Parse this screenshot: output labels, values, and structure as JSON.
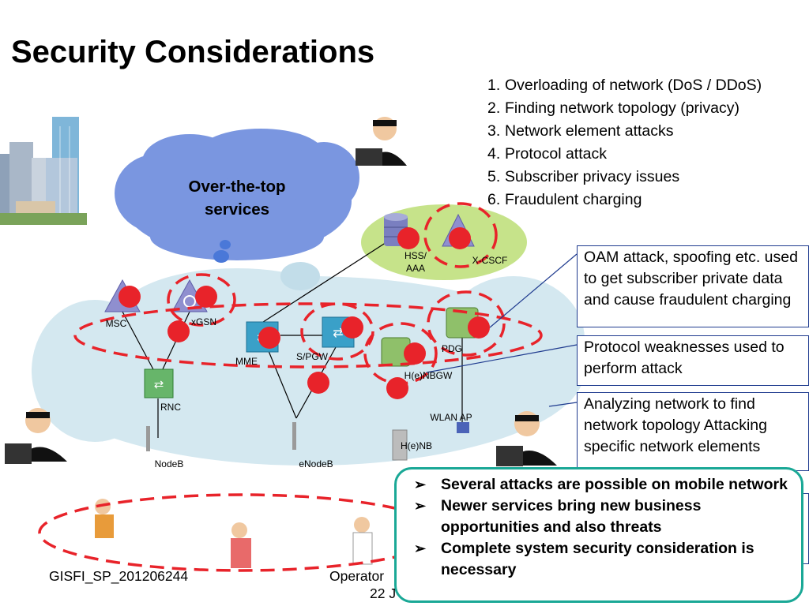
{
  "title": "Security Considerations",
  "threat_list": [
    {
      "num": "1.",
      "text": "Overloading of network (DoS / DDoS)"
    },
    {
      "num": "2.",
      "text": "Finding network topology (privacy)"
    },
    {
      "num": "3.",
      "text": "Network element attacks"
    },
    {
      "num": "4.",
      "text": "Protocol attack"
    },
    {
      "num": "5.",
      "text": "Subscriber privacy issues"
    },
    {
      "num": "6.",
      "text": "Fraudulent charging"
    }
  ],
  "cloud_label_line1": "Over-the-top",
  "cloud_label_line2": "services",
  "nodes": {
    "hss_line1": "HSS/",
    "hss_line2": "AAA",
    "xcscf": "X-CSCF",
    "msc": "MSC",
    "xgsn": "xGSN",
    "mme": "MME",
    "spgw": "S/PGW",
    "pdg": "PDG",
    "henbgw": "H(e)NBGW",
    "rnc": "RNC",
    "wlan_ap": "WLAN AP",
    "henb": "H(e)NB",
    "nodeb": "NodeB",
    "enodeb": "eNodeB"
  },
  "callouts": {
    "oam": "OAM attack, spoofing etc. used to get subscriber private data and cause fraudulent charging",
    "protocol": "Protocol weaknesses used to perform attack",
    "topology": "Analyzing network to find network topology Attacking specific network elements"
  },
  "summary_items": [
    "Several attacks are possible on mobile network",
    "Newer services bring new business opportunities and also threats",
    "Complete system security consideration is necessary"
  ],
  "footer": {
    "left": "GISFI_SP_201206244",
    "center_line1": "Operator",
    "center_line2": "22 J"
  },
  "colors": {
    "cloud_blue": "#7a96e0",
    "network_cloud": "#d4e8f0",
    "highlight_green": "#c6e38a",
    "attack_red": "#e8232a",
    "accent_teal": "#1aa896",
    "callout_border": "#1f3b8f"
  }
}
